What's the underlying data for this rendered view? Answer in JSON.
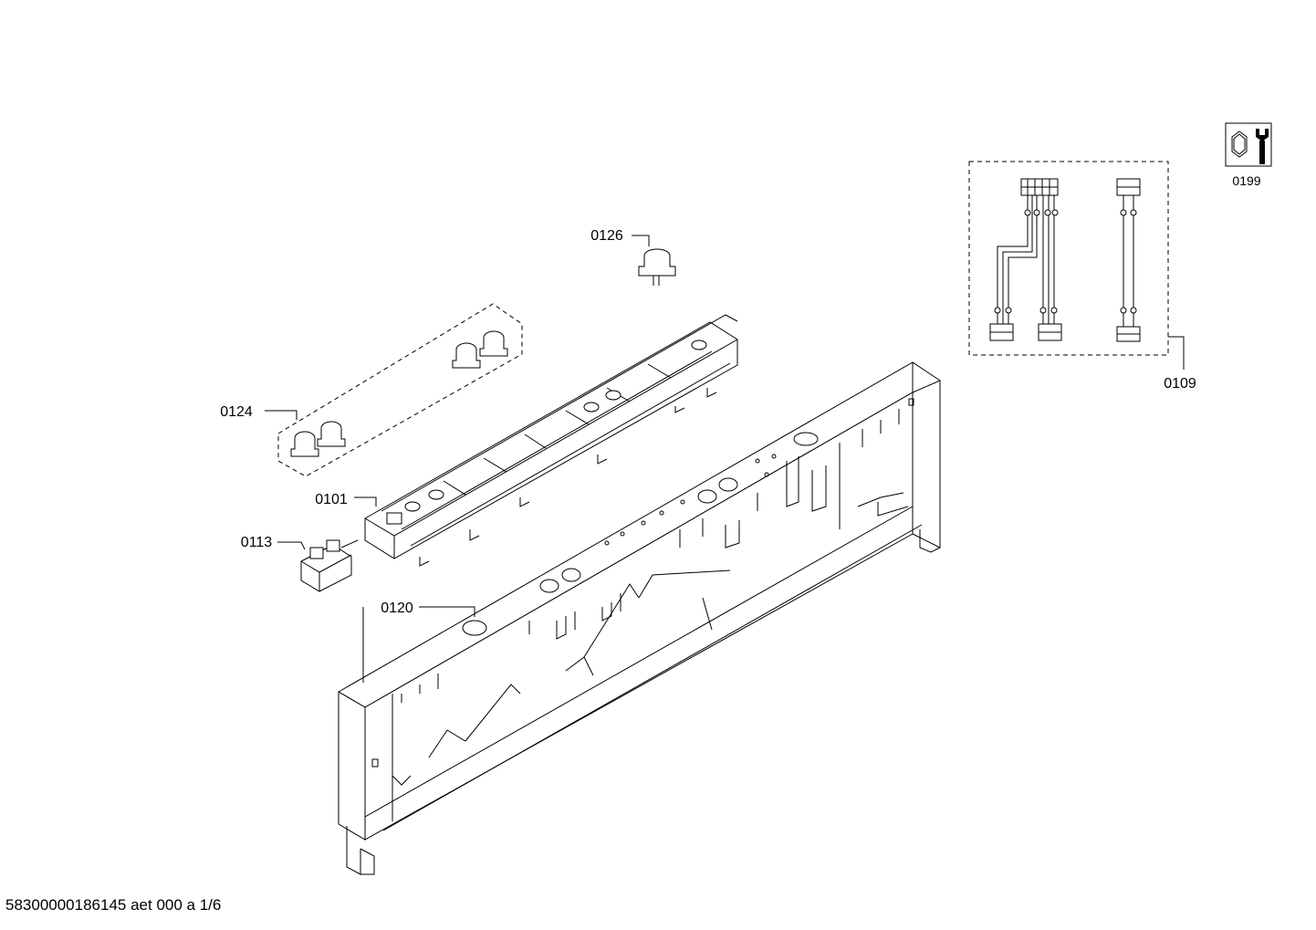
{
  "callouts": [
    {
      "id": "0126",
      "label": "0126"
    },
    {
      "id": "0124",
      "label": "0124"
    },
    {
      "id": "0101",
      "label": "0101"
    },
    {
      "id": "0113",
      "label": "0113"
    },
    {
      "id": "0120",
      "label": "0120"
    },
    {
      "id": "0109",
      "label": "0109"
    }
  ],
  "service_icon": {
    "icon": "wrench-nut-icon",
    "label": "0199"
  },
  "footer": {
    "document_id": "58300000186145 aet 000 a 1/6"
  }
}
